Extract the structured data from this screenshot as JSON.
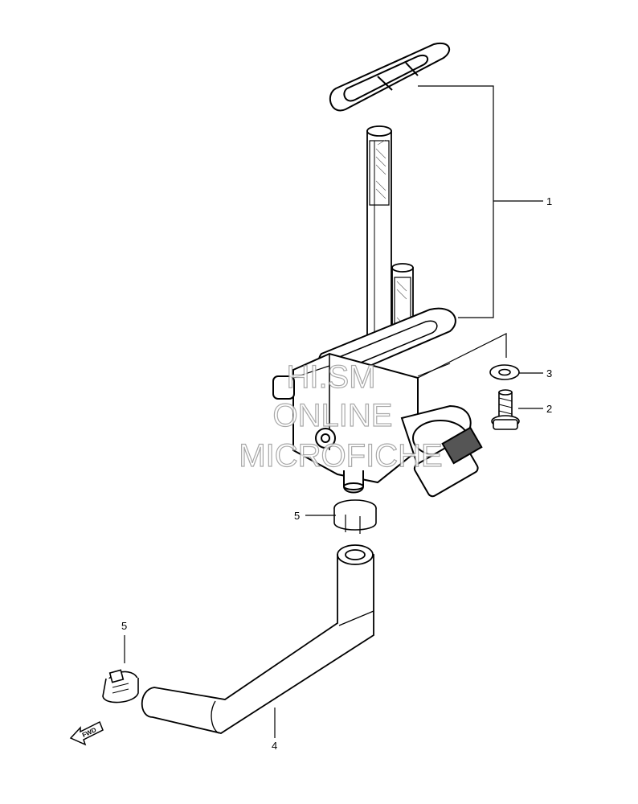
{
  "callouts": {
    "part_1": "1",
    "part_2": "2",
    "part_3": "3",
    "part_4": "4",
    "part_5_upper": "5",
    "part_5_lower": "5"
  },
  "watermark": {
    "line1": "HI.SM",
    "line2": "ONLINE",
    "line3": "MICROFICHE"
  },
  "direction_marker": {
    "label": "FWD"
  }
}
